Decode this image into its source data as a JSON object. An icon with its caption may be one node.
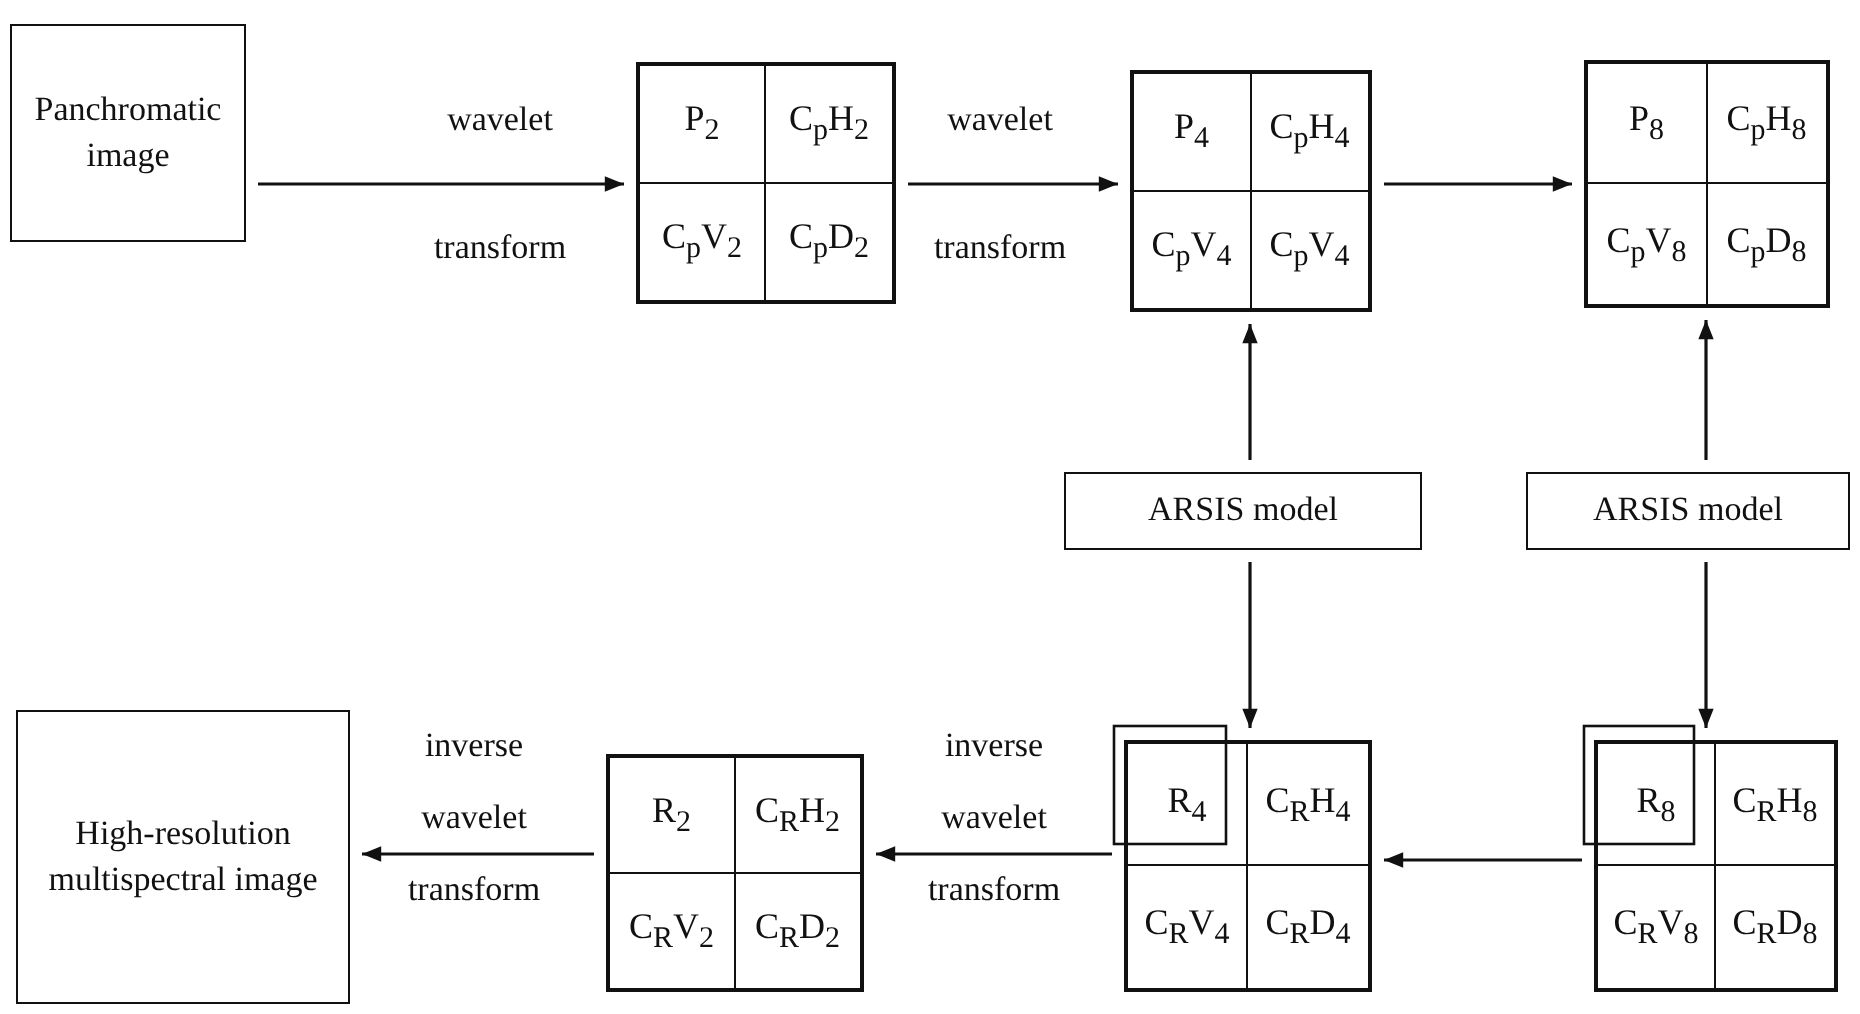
{
  "diagram": {
    "nodes": [
      {
        "text": [
          "Panchromatic image"
        ]
      },
      {
        "text": [],
        "shape": "box"
      },
      {
        "text": [
          "P$_{2}$"
        ],
        "in": 1
      },
      {
        "text": [
          "C$_{p}$H$_{2}$"
        ],
        "in": 1
      },
      {
        "text": [
          "C$_{p}$V$_{2}$"
        ],
        "in": 1
      },
      {
        "text": [
          "C$_{p}$D$_{2}$"
        ],
        "in": 1
      },
      {
        "text": [],
        "shape": "box"
      },
      {
        "text": [
          "P$_{4}$"
        ],
        "in": 6
      },
      {
        "text": [
          "C$_{p}$H$_{4}$"
        ],
        "in": 6
      },
      {
        "text": [
          "C$_{p}$V$_{4}$"
        ],
        "in": 6
      },
      {
        "text": [
          "C$_{p}$V$_{4}$"
        ],
        "in": 6
      },
      {
        "text": [],
        "shape": "box"
      },
      {
        "text": [
          "P$_{8}$"
        ],
        "in": 11
      },
      {
        "text": [
          "C$_{p}$H$_{8}$"
        ],
        "in": 11
      },
      {
        "text": [
          "C$_{p}$V$_{8}$"
        ],
        "in": 11
      },
      {
        "text": [
          "C$_{p}$D$_{8}$"
        ],
        "in": 11
      },
      {
        "text": [
          "ARSIS model"
        ]
      },
      {
        "text": [
          "ARSIS model"
        ]
      },
      {
        "text": [
          "High-resolution multispectral image"
        ]
      },
      {
        "text": [],
        "shape": "box"
      },
      {
        "text": [
          "R$_{2}$"
        ],
        "in": 19
      },
      {
        "text": [
          "C$_{R}$H$_{2}$"
        ],
        "in": 19
      },
      {
        "text": [
          "C$_{R}$V$_{2}$"
        ],
        "in": 19
      },
      {
        "text": [
          "C$_{R}$D$_{2}$"
        ],
        "in": 19
      },
      {
        "text": [],
        "shape": "box"
      },
      {
        "text": [
          "R$_{4}$"
        ],
        "in": 24
      },
      {
        "text": [
          "C$_{R}$H$_{4}$"
        ],
        "in": 24
      },
      {
        "text": [
          "C$_{R}$V$_{4}$"
        ],
        "in": 24
      },
      {
        "text": [
          "C$_{R}$D$_{4}$"
        ],
        "in": 24
      },
      {
        "text": [],
        "shape": "box"
      },
      {
        "text": [
          "R$_{8}$"
        ],
        "in": 29
      },
      {
        "text": [
          "C$_{R}$H$_{8}$"
        ],
        "in": 29
      },
      {
        "text": [
          "C$_{R}$V$_{8}$"
        ],
        "in": 29
      },
      {
        "text": [
          "C$_{R}$D$_{8}$"
        ],
        "in": 29
      }
    ],
    "edges": [
      {
        "from": 0,
        "to": 1,
        "arrow": "to",
        "label": "wavelet transform"
      },
      {
        "from": 1,
        "to": 6,
        "arrow": "to",
        "label": "wavelet transform"
      },
      {
        "from": 6,
        "to": 11,
        "arrow": "to"
      },
      {
        "from": 16,
        "to": 6,
        "arrow": "to"
      },
      {
        "from": 17,
        "to": 11,
        "arrow": "to"
      },
      {
        "from": 16,
        "to": 24,
        "arrow": "to"
      },
      {
        "from": 17,
        "to": 29,
        "arrow": "to"
      },
      {
        "from": 29,
        "to": 24,
        "arrow": "to"
      },
      {
        "from": 24,
        "to": 19,
        "arrow": "to",
        "label": "inverse wavelet transform"
      },
      {
        "from": 19,
        "to": 18,
        "arrow": "to",
        "label": "inverse wavelet transform"
      }
    ]
  }
}
